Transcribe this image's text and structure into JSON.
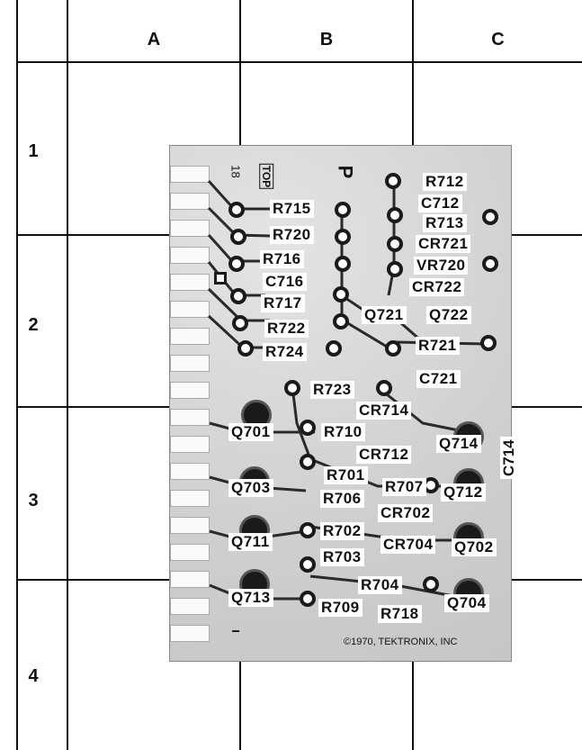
{
  "grid": {
    "columns": [
      "A",
      "B",
      "C"
    ],
    "rows": [
      "1",
      "2",
      "3",
      "4"
    ]
  },
  "board": {
    "silkscreen_top": "TOP",
    "silkscreen_num": "18",
    "silkscreen_p": "P",
    "copyright": "©1970, TEKTRONIX, INC"
  },
  "labels": [
    "R712",
    "C712",
    "R713",
    "R715",
    "R720",
    "CR721",
    "R716",
    "VR720",
    "C716",
    "CR722",
    "R717",
    "Q721",
    "Q722",
    "R722",
    "R724",
    "R721",
    "C721",
    "R723",
    "CR714",
    "Q701",
    "R710",
    "Q714",
    "CR712",
    "R701",
    "Q703",
    "R707",
    "Q712",
    "R706",
    "CR702",
    "Q711",
    "R702",
    "CR704",
    "Q702",
    "R703",
    "R704",
    "Q713",
    "Q704",
    "R709",
    "R718"
  ],
  "vertical_labels": [
    "C714"
  ]
}
